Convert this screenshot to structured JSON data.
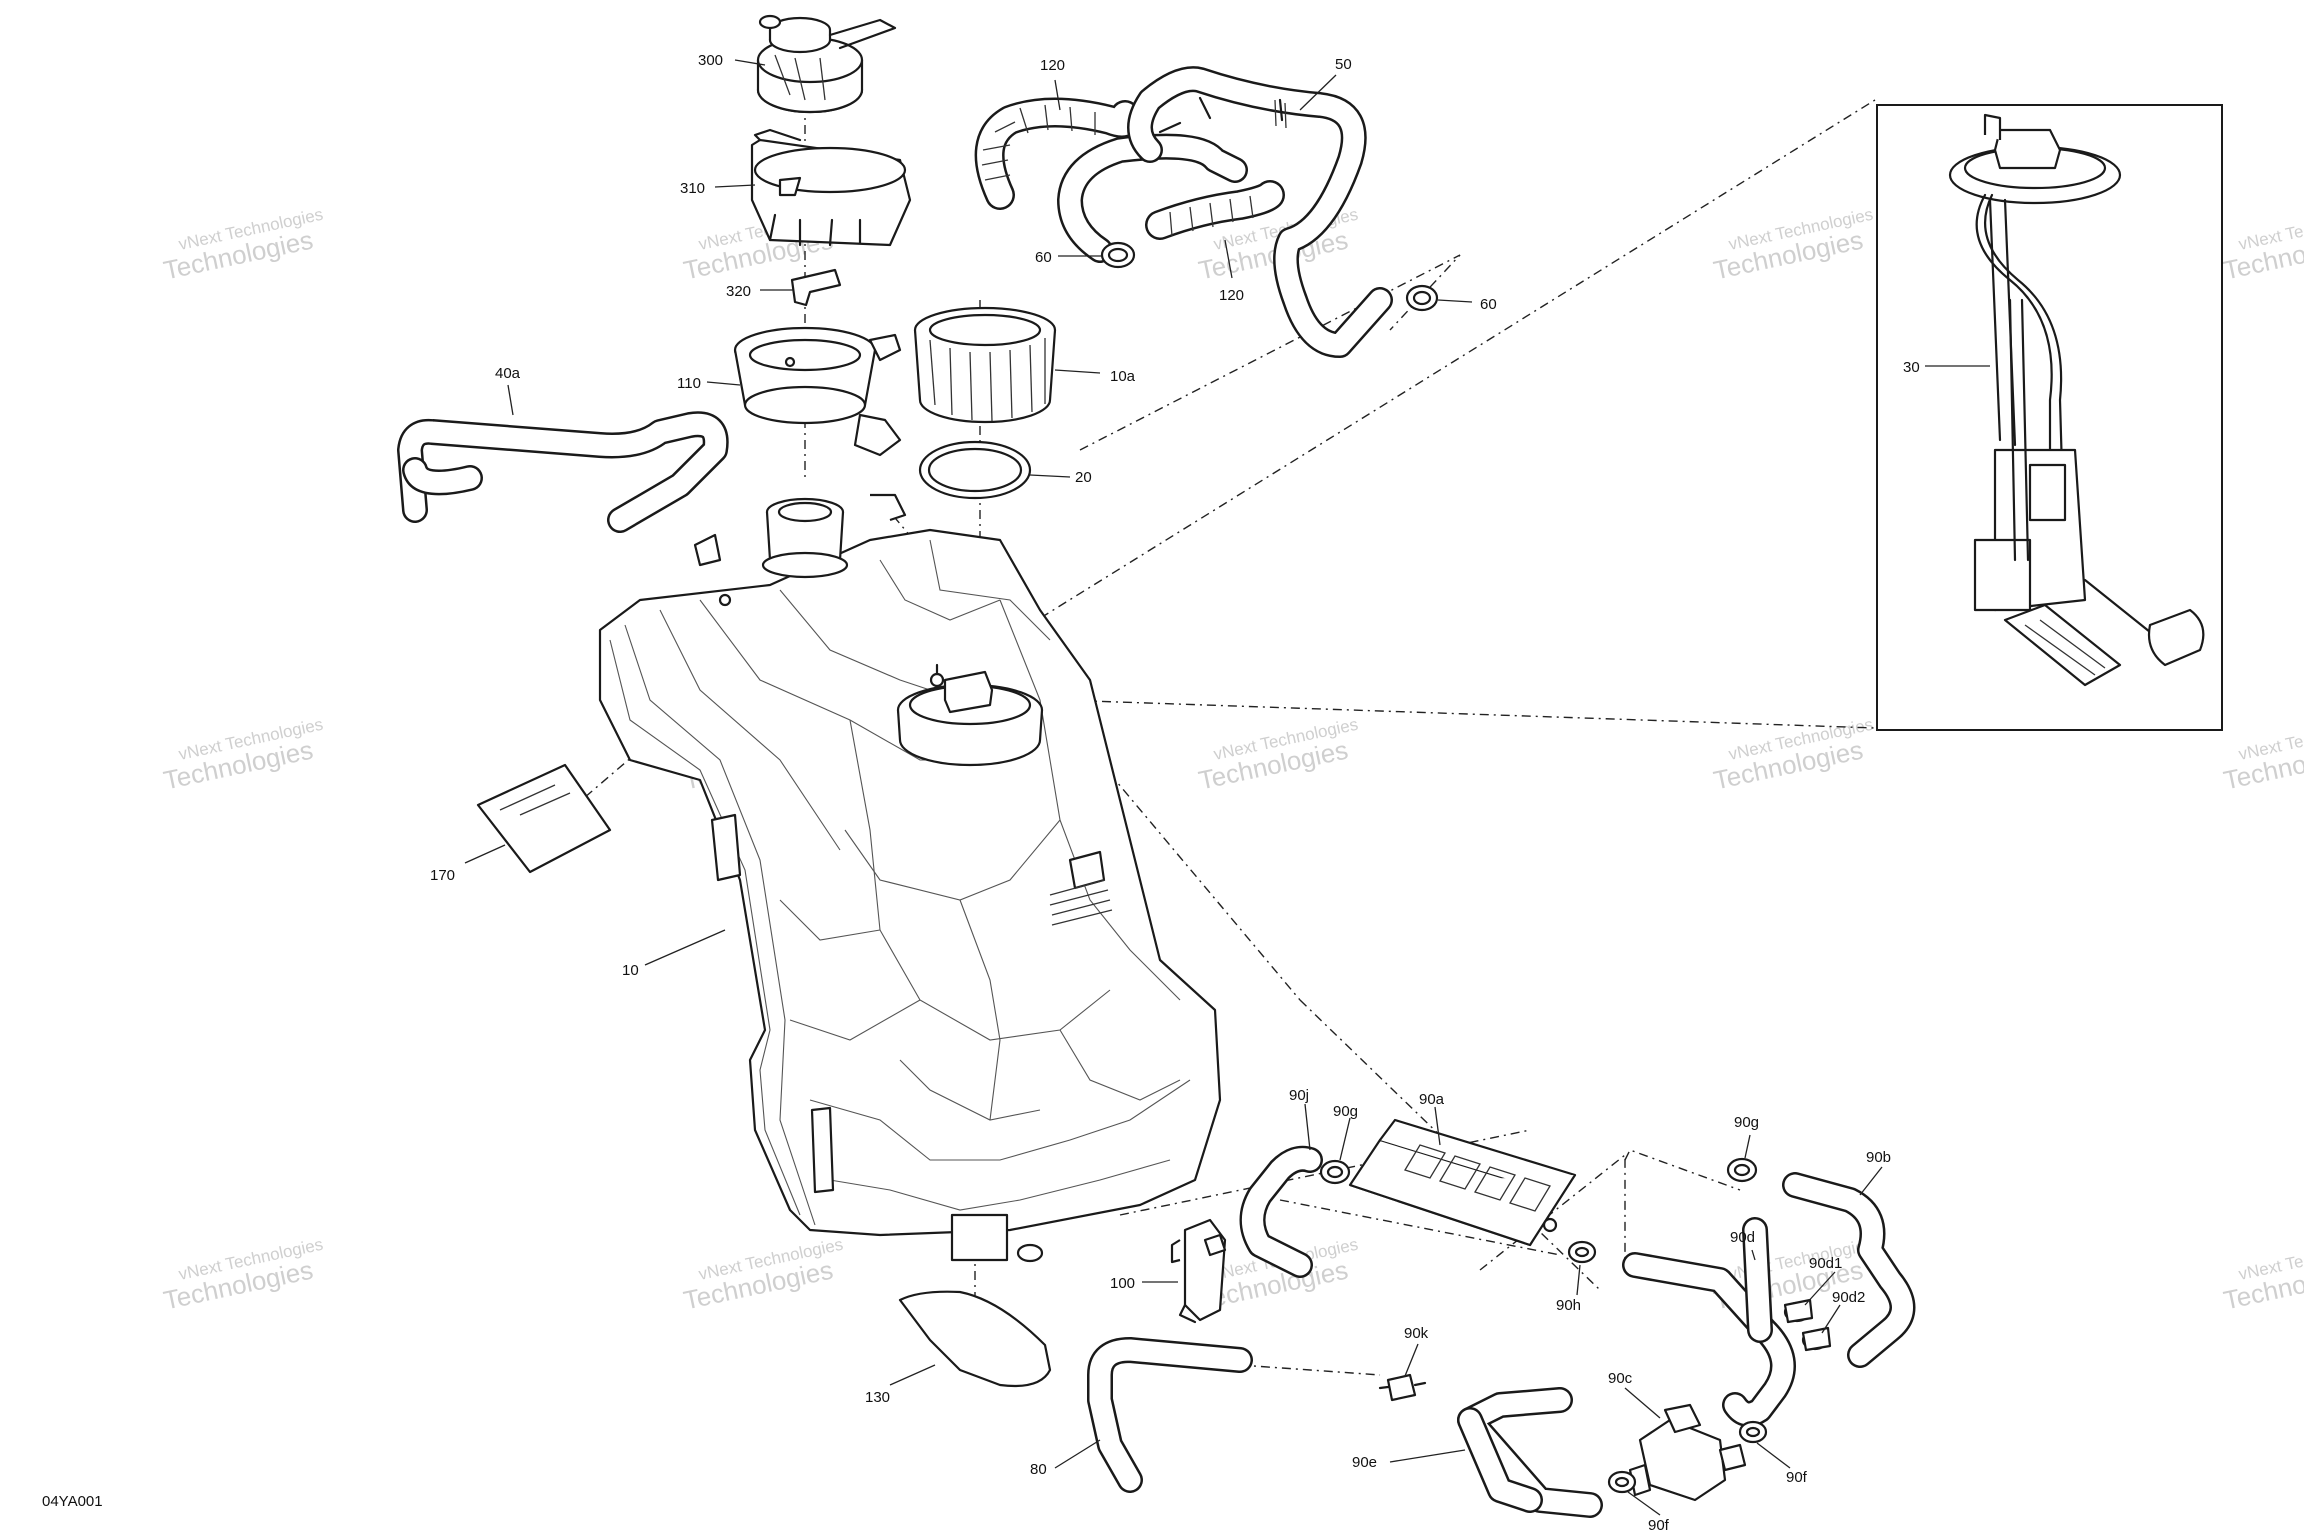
{
  "drawing_code": "04YA001",
  "watermark": {
    "line1": "vNext Technologies",
    "line2": "Technologies"
  },
  "callouts": {
    "c300": "300",
    "c310": "310",
    "c320": "320",
    "c110": "110",
    "c10a": "10a",
    "c20": "20",
    "c120a": "120",
    "c120b": "120",
    "c50": "50",
    "c60a": "60",
    "c60b": "60",
    "c40a": "40a",
    "c30": "30",
    "c170": "170",
    "c10": "10",
    "c130": "130",
    "c100": "100",
    "c80": "80",
    "c90j": "90j",
    "c90g_a": "90g",
    "c90a": "90a",
    "c90g_b": "90g",
    "c90b": "90b",
    "c90d": "90d",
    "c90d1": "90d1",
    "c90d2": "90d2",
    "c90h": "90h",
    "c90k": "90k",
    "c90c": "90c",
    "c90e": "90e",
    "c90f_a": "90f",
    "c90f_b": "90f"
  }
}
